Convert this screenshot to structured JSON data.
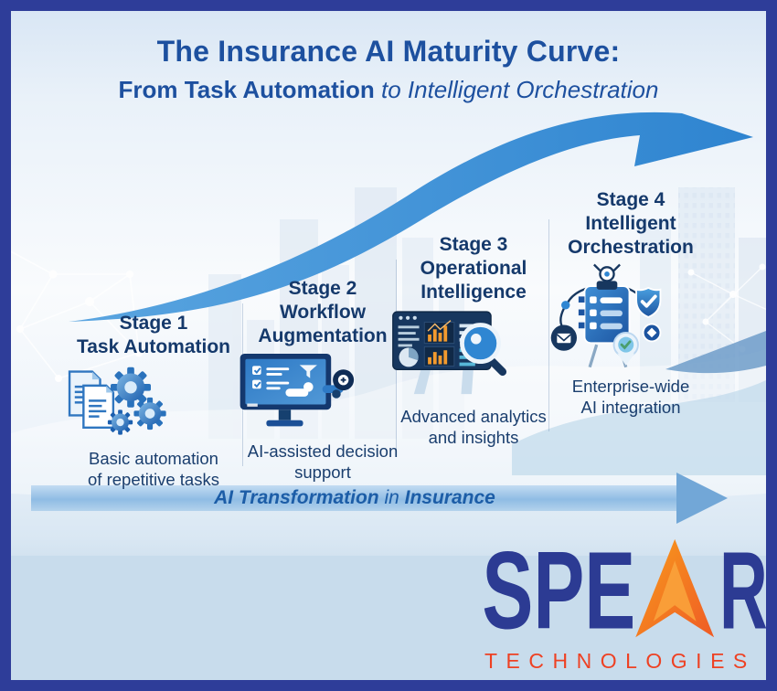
{
  "header": {
    "title": "The Insurance AI Maturity Curve:",
    "subtitle_bold": "From Task Automation ",
    "subtitle_italic": "to Intelligent Orchestration"
  },
  "stages": [
    {
      "label": "Stage 1",
      "title": "Task Automation",
      "caption": "Basic automation\nof repetitive tasks",
      "icon": "documents-gears-icon"
    },
    {
      "label": "Stage 2",
      "title": "Workflow\nAugmentation",
      "caption": "AI-assisted decision\nsupport",
      "icon": "monitor-checklist-robot-arm-icon"
    },
    {
      "label": "Stage 3",
      "title": "Operational\nIntelligence",
      "caption": "Advanced analytics\nand insights",
      "icon": "analytics-dashboard-magnifier-icon"
    },
    {
      "label": "Stage 4",
      "title": "Intelligent\nOrchestration",
      "caption": "Enterprise-wide\nAI integration",
      "icon": "orchestration-network-icon"
    }
  ],
  "flow_arrow": {
    "bold_lead": "AI Transformation",
    "connector": " in ",
    "bold_tail": "Insurance"
  },
  "logo": {
    "word_part1": "SPE",
    "arrow_letter": "A",
    "word_part2": "R",
    "subtext": "TECHNOLOGIES"
  },
  "colors": {
    "border_navy": "#2e3d99",
    "title_blue": "#1d509f",
    "stage_heading_navy": "#15396b",
    "swoosh_blue": "#3f92d8",
    "flow_band_blue": "#8fbce4",
    "flow_text_blue": "#1c5da7",
    "bottom_band_blue": "#c8dcec",
    "logo_navy": "#2c3b93",
    "logo_orange": "#f89c1c",
    "technologies_red": "#ee4123"
  }
}
